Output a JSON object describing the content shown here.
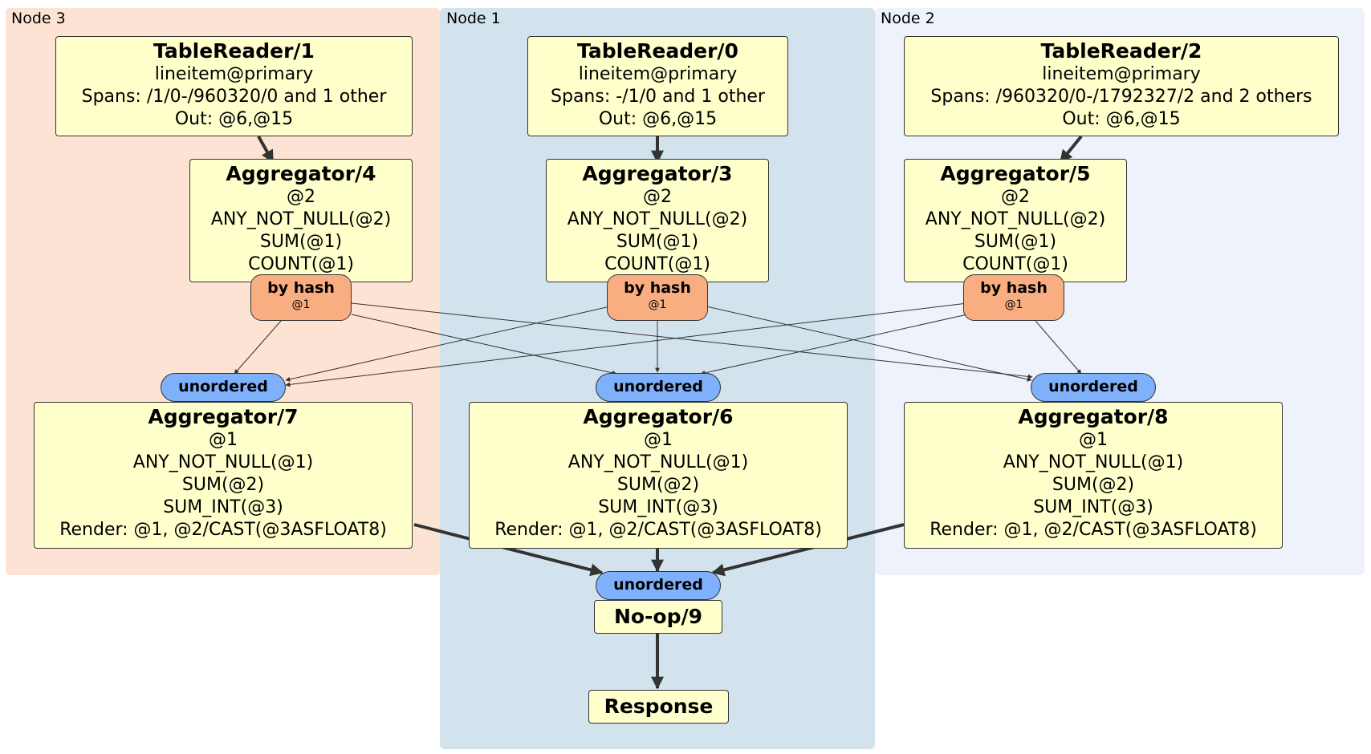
{
  "regions": {
    "node3": {
      "label": "Node 3",
      "color": "#fde3d3"
    },
    "node1": {
      "label": "Node 1",
      "color": "#d3e3ee"
    },
    "node2": {
      "label": "Node 2",
      "color": "#eef3fb"
    }
  },
  "processors": {
    "tr1": {
      "title": "TableReader/1",
      "lines": [
        "lineitem@primary",
        "Spans: /1/0-/960320/0 and 1 other",
        "Out: @6,@15"
      ]
    },
    "tr0": {
      "title": "TableReader/0",
      "lines": [
        "lineitem@primary",
        "Spans: -/1/0 and 1 other",
        "Out: @6,@15"
      ]
    },
    "tr2": {
      "title": "TableReader/2",
      "lines": [
        "lineitem@primary",
        "Spans: /960320/0-/1792327/2 and 2 others",
        "Out: @6,@15"
      ]
    },
    "agg4": {
      "title": "Aggregator/4",
      "lines": [
        "@2",
        "ANY_NOT_NULL(@2)",
        "SUM(@1)",
        "COUNT(@1)"
      ]
    },
    "agg3": {
      "title": "Aggregator/3",
      "lines": [
        "@2",
        "ANY_NOT_NULL(@2)",
        "SUM(@1)",
        "COUNT(@1)"
      ]
    },
    "agg5": {
      "title": "Aggregator/5",
      "lines": [
        "@2",
        "ANY_NOT_NULL(@2)",
        "SUM(@1)",
        "COUNT(@1)"
      ]
    },
    "agg7": {
      "title": "Aggregator/7",
      "lines": [
        "@1",
        "ANY_NOT_NULL(@1)",
        "SUM(@2)",
        "SUM_INT(@3)",
        "Render: @1, @2/CAST(@3ASFLOAT8)"
      ]
    },
    "agg6": {
      "title": "Aggregator/6",
      "lines": [
        "@1",
        "ANY_NOT_NULL(@1)",
        "SUM(@2)",
        "SUM_INT(@3)",
        "Render: @1, @2/CAST(@3ASFLOAT8)"
      ]
    },
    "agg8": {
      "title": "Aggregator/8",
      "lines": [
        "@1",
        "ANY_NOT_NULL(@1)",
        "SUM(@2)",
        "SUM_INT(@3)",
        "Render: @1, @2/CAST(@3ASFLOAT8)"
      ]
    }
  },
  "routers": {
    "h4": {
      "title": "by hash",
      "sub": "@1"
    },
    "h3": {
      "title": "by hash",
      "sub": "@1"
    },
    "h5": {
      "title": "by hash",
      "sub": "@1"
    }
  },
  "synchronizers": {
    "u7": "unordered",
    "u6": "unordered",
    "u8": "unordered",
    "u9": "unordered"
  },
  "noop": "No-op/9",
  "response": "Response",
  "colors": {
    "processor": "#ffffcc",
    "router": "#f9ae82",
    "synchronizer": "#7fb0fb",
    "edge": "#333333"
  }
}
